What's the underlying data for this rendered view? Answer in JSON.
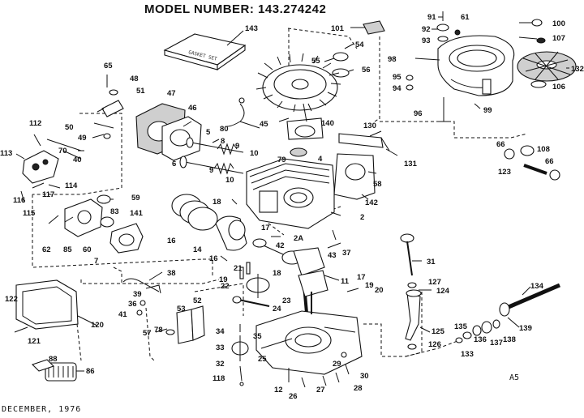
{
  "header": {
    "title": "MODEL NUMBER:  143.274242"
  },
  "footer": {
    "date": "DECEMBER, 1976",
    "code": "A5"
  },
  "gasket_set": {
    "label": "GASKET SET"
  },
  "callouts": [
    {
      "id": "c1",
      "text": "101"
    },
    {
      "id": "c2",
      "text": "91"
    },
    {
      "id": "c3",
      "text": "61"
    },
    {
      "id": "c4",
      "text": "100"
    },
    {
      "id": "c5",
      "text": "92"
    },
    {
      "id": "c6",
      "text": "93"
    },
    {
      "id": "c7",
      "text": "107"
    },
    {
      "id": "c8",
      "text": "143"
    },
    {
      "id": "c9",
      "text": "54"
    },
    {
      "id": "c10",
      "text": "55"
    },
    {
      "id": "c11",
      "text": "56"
    },
    {
      "id": "c12",
      "text": "98"
    },
    {
      "id": "c13",
      "text": "132"
    },
    {
      "id": "c14",
      "text": "95"
    },
    {
      "id": "c15",
      "text": "94"
    },
    {
      "id": "c16",
      "text": "106"
    },
    {
      "id": "c17",
      "text": "65"
    },
    {
      "id": "c18",
      "text": "48"
    },
    {
      "id": "c19",
      "text": "51"
    },
    {
      "id": "c20",
      "text": "47"
    },
    {
      "id": "c21",
      "text": "46"
    },
    {
      "id": "c22",
      "text": "140"
    },
    {
      "id": "c23",
      "text": "45"
    },
    {
      "id": "c24",
      "text": "96"
    },
    {
      "id": "c25",
      "text": "99"
    },
    {
      "id": "c26",
      "text": "112"
    },
    {
      "id": "c27",
      "text": "50"
    },
    {
      "id": "c28",
      "text": "49"
    },
    {
      "id": "c29",
      "text": "80"
    },
    {
      "id": "c30",
      "text": "130"
    },
    {
      "id": "c31",
      "text": "5"
    },
    {
      "id": "c32",
      "text": "8"
    },
    {
      "id": "c33",
      "text": "9"
    },
    {
      "id": "c34",
      "text": "10"
    },
    {
      "id": "c35",
      "text": "79"
    },
    {
      "id": "c36",
      "text": "4"
    },
    {
      "id": "c37",
      "text": "66"
    },
    {
      "id": "c38",
      "text": "108"
    },
    {
      "id": "c39",
      "text": "113"
    },
    {
      "id": "c40",
      "text": "70"
    },
    {
      "id": "c41",
      "text": "40"
    },
    {
      "id": "c42",
      "text": "6"
    },
    {
      "id": "c43",
      "text": "9"
    },
    {
      "id": "c44",
      "text": "10"
    },
    {
      "id": "c45",
      "text": "131"
    },
    {
      "id": "c46",
      "text": "58"
    },
    {
      "id": "c47",
      "text": "123"
    },
    {
      "id": "c48",
      "text": "66"
    },
    {
      "id": "c49",
      "text": "114"
    },
    {
      "id": "c50",
      "text": "117"
    },
    {
      "id": "c51",
      "text": "116"
    },
    {
      "id": "c52",
      "text": "115"
    },
    {
      "id": "c53",
      "text": "59"
    },
    {
      "id": "c54",
      "text": "18"
    },
    {
      "id": "c55",
      "text": "142"
    },
    {
      "id": "c56",
      "text": "141"
    },
    {
      "id": "c57",
      "text": "83"
    },
    {
      "id": "c58",
      "text": "2"
    },
    {
      "id": "c59",
      "text": "62"
    },
    {
      "id": "c60",
      "text": "85"
    },
    {
      "id": "c61",
      "text": "60"
    },
    {
      "id": "c62",
      "text": "16"
    },
    {
      "id": "c63",
      "text": "14"
    },
    {
      "id": "c64",
      "text": "17"
    },
    {
      "id": "c65",
      "text": "2A"
    },
    {
      "id": "c66",
      "text": "42"
    },
    {
      "id": "c67",
      "text": "43"
    },
    {
      "id": "c68",
      "text": "37"
    },
    {
      "id": "c69",
      "text": "7"
    },
    {
      "id": "c70",
      "text": "16"
    },
    {
      "id": "c71",
      "text": "21"
    },
    {
      "id": "c72",
      "text": "19"
    },
    {
      "id": "c73",
      "text": "18"
    },
    {
      "id": "c74",
      "text": "31"
    },
    {
      "id": "c75",
      "text": "38"
    },
    {
      "id": "c76",
      "text": "11"
    },
    {
      "id": "c77",
      "text": "17"
    },
    {
      "id": "c78",
      "text": "19"
    },
    {
      "id": "c79",
      "text": "20"
    },
    {
      "id": "c80",
      "text": "127"
    },
    {
      "id": "c81",
      "text": "22"
    },
    {
      "id": "c82",
      "text": "124"
    },
    {
      "id": "c83",
      "text": "39"
    },
    {
      "id": "c84",
      "text": "36"
    },
    {
      "id": "c85",
      "text": "41"
    },
    {
      "id": "c86",
      "text": "122"
    },
    {
      "id": "c87",
      "text": "23"
    },
    {
      "id": "c88",
      "text": "24"
    },
    {
      "id": "c89",
      "text": "53"
    },
    {
      "id": "c90",
      "text": "52"
    },
    {
      "id": "c91",
      "text": "134"
    },
    {
      "id": "c92",
      "text": "120"
    },
    {
      "id": "c93",
      "text": "121"
    },
    {
      "id": "c94",
      "text": "57"
    },
    {
      "id": "c95",
      "text": "78"
    },
    {
      "id": "c96",
      "text": "34"
    },
    {
      "id": "c97",
      "text": "35"
    },
    {
      "id": "c98",
      "text": "125"
    },
    {
      "id": "c99",
      "text": "135"
    },
    {
      "id": "c100",
      "text": "136"
    },
    {
      "id": "c101",
      "text": "137"
    },
    {
      "id": "c102",
      "text": "138"
    },
    {
      "id": "c103",
      "text": "139"
    },
    {
      "id": "c104",
      "text": "33"
    },
    {
      "id": "c105",
      "text": "25"
    },
    {
      "id": "c106",
      "text": "126"
    },
    {
      "id": "c107",
      "text": "133"
    },
    {
      "id": "c108",
      "text": "32"
    },
    {
      "id": "c109",
      "text": "88"
    },
    {
      "id": "c110",
      "text": "86"
    },
    {
      "id": "c111",
      "text": "118"
    },
    {
      "id": "c112",
      "text": "29"
    },
    {
      "id": "c113",
      "text": "30"
    },
    {
      "id": "c114",
      "text": "12"
    },
    {
      "id": "c115",
      "text": "26"
    },
    {
      "id": "c116",
      "text": "27"
    },
    {
      "id": "c117",
      "text": "28"
    }
  ]
}
